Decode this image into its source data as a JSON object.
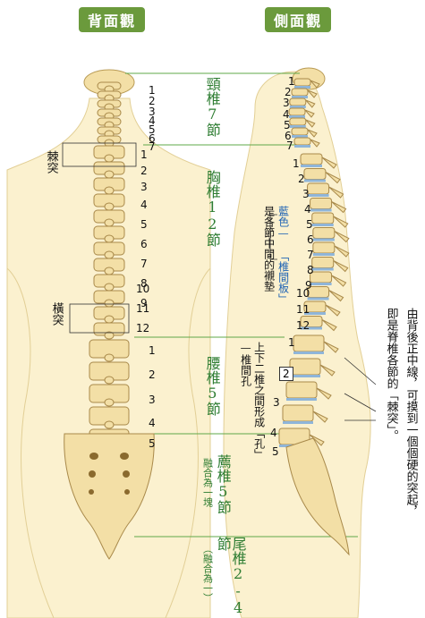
{
  "titles": {
    "back": "背面觀",
    "side": "側面觀"
  },
  "cervical_numbers": [
    "1",
    "2",
    "3",
    "4",
    "5",
    "6",
    "7"
  ],
  "thoracic_numbers": [
    "1",
    "2",
    "3",
    "4",
    "5",
    "6",
    "7",
    "8",
    "9",
    "10",
    "11",
    "12"
  ],
  "lumbar_numbers": [
    "1",
    "2",
    "3",
    "4",
    "5"
  ],
  "side_cervical_numbers": [
    "1",
    "2",
    "3",
    "4",
    "5",
    "6",
    "7"
  ],
  "side_thoracic_numbers": [
    "1",
    "2",
    "3",
    "4",
    "5",
    "6",
    "7",
    "8",
    "9",
    "10",
    "11",
    "12"
  ],
  "side_lumbar_numbers": [
    "1",
    "2",
    "3",
    "4",
    "5"
  ],
  "labels": {
    "spinous": "棘突",
    "transverse": "橫突",
    "cervical": "頸椎7節",
    "thoracic": "胸椎12節",
    "lumbar": "腰椎5節",
    "sacral": "薦椎5節",
    "sacral_note": "融合為一塊",
    "coccyx": "尾椎2-4節",
    "coccyx_note": "（融合為一）",
    "blue_color": "藍色—",
    "disc_name": "「椎間板」",
    "disc_desc": "是各節中間的襯墊",
    "foramen": "—椎間孔",
    "foramen_desc": "上下二椎之間形成「孔」",
    "right_note1": "由背後正中線，可摸到一個個硬的突起，",
    "right_note2": "即是脊椎各節的「棘突」。"
  },
  "colors": {
    "title_bg": "#6b9a3c",
    "bone": "#f3dfa6",
    "body": "#fbf1cf",
    "disc": "#8fb5d9",
    "label_green": "#2e7d32",
    "label_blue": "#1e63b4",
    "guide_line": "#5fa84a"
  }
}
